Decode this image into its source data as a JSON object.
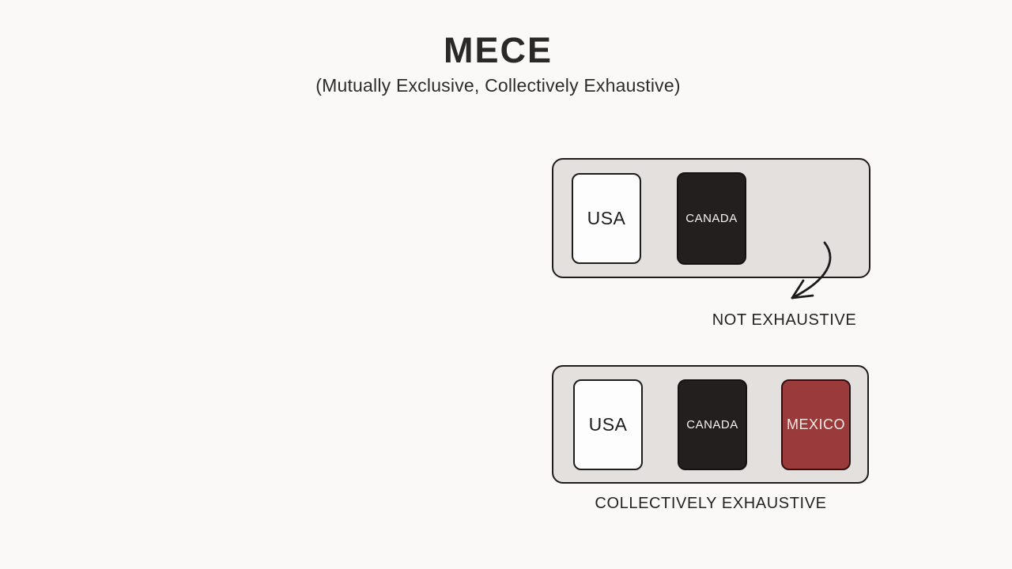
{
  "title": "MECE",
  "subtitle": "(Mutually Exclusive, Collectively Exhaustive)",
  "colors": {
    "background": "#fbf9f8",
    "container_fill": "#e3e0de",
    "outline": "#1f1d1c",
    "card_white": "#fefdfd",
    "card_dark": "#241f1f",
    "card_red": "#9a3a3b",
    "text_dark": "#2b2928",
    "text_light": "#f7f4f2"
  },
  "not_exhaustive_group": {
    "caption": "NOT EXHAUSTIVE",
    "cards": [
      {
        "label": "USA",
        "variant": "white"
      },
      {
        "label": "CANADA",
        "variant": "dark"
      }
    ]
  },
  "collectively_exhaustive_group": {
    "caption": "COLLECTIVELY EXHAUSTIVE",
    "cards": [
      {
        "label": "USA",
        "variant": "white"
      },
      {
        "label": "CANADA",
        "variant": "dark"
      },
      {
        "label": "MEXICO",
        "variant": "red"
      }
    ]
  }
}
